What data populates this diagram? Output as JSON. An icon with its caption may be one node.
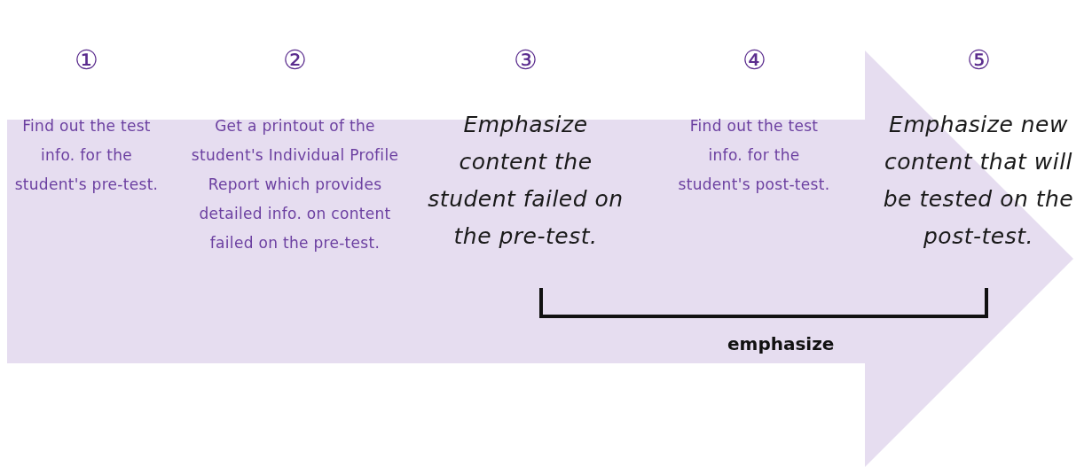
{
  "diagram": {
    "nodes": [
      {
        "text": [
          "①",
          "Find out the test info. for the student's pre-test."
        ]
      },
      {
        "text": [
          "②",
          "Get a printout of the student's Individual Profile Report which provides detailed info. on content failed on the pre-test."
        ]
      },
      {
        "text": [
          "③",
          "Emphasize content the student failed on the pre-test."
        ]
      },
      {
        "text": [
          "④",
          "Find out the test info. for the student's post-test."
        ]
      },
      {
        "text": [
          "⑤",
          "Emphasize new content that will be tested on the post-test."
        ]
      }
    ],
    "labels": [
      "emphasize"
    ]
  }
}
